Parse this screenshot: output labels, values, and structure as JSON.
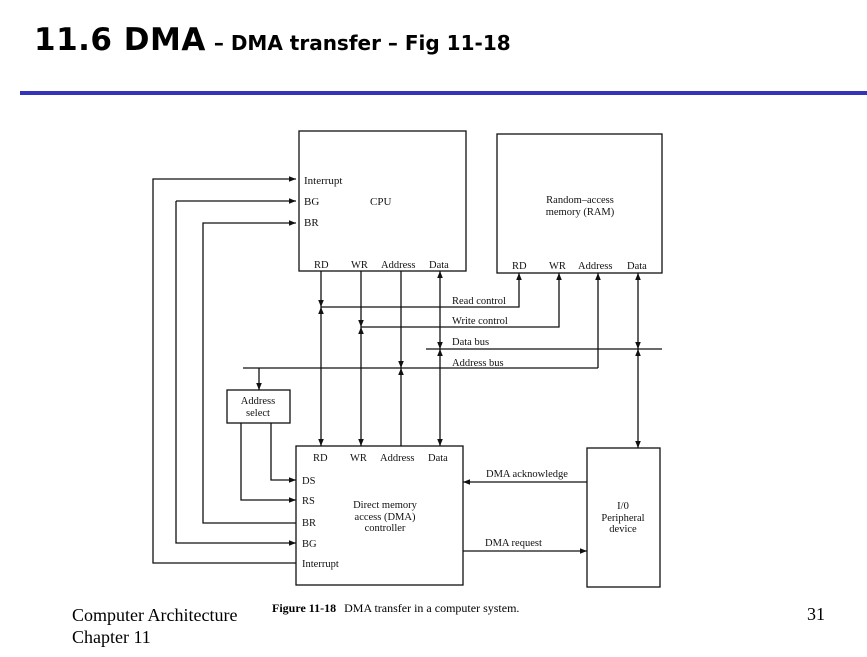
{
  "slide": {
    "title_main": "11.6 DMA",
    "title_sub": "– DMA transfer – Fig 11-18",
    "accent_color": "#3333bb",
    "footer_line1": "Computer Architecture",
    "footer_line2": "Chapter 11",
    "page_number": "31"
  },
  "figure": {
    "caption_number": "Figure 11-18",
    "caption_text": "DMA transfer in a computer system.",
    "cpu": {
      "label": "CPU",
      "inputs": [
        "Interrupt",
        "BG",
        "BR"
      ],
      "ports": [
        "RD",
        "WR",
        "Address",
        "Data"
      ]
    },
    "ram": {
      "label_line1": "Random–access",
      "label_line2": "memory (RAM)",
      "ports": [
        "RD",
        "WR",
        "Address",
        "Data"
      ]
    },
    "buses": {
      "read_control": "Read control",
      "write_control": "Write control",
      "data_bus": "Data bus",
      "address_bus": "Address bus"
    },
    "address_select": {
      "line1": "Address",
      "line2": "select"
    },
    "dma": {
      "label_line1": "Direct memory",
      "label_line2": "access (DMA)",
      "label_line3": "controller",
      "ports": [
        "RD",
        "WR",
        "Address",
        "Data"
      ],
      "inputs": [
        "DS",
        "RS",
        "BR",
        "BG",
        "Interrupt"
      ]
    },
    "io_device": {
      "line1": "I/0",
      "line2": "Peripheral",
      "line3": "device"
    },
    "signals": {
      "dma_acknowledge": "DMA acknowledge",
      "dma_request": "DMA request"
    }
  }
}
